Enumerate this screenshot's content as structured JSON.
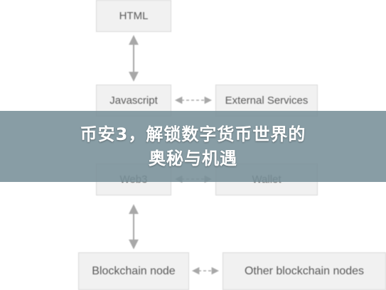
{
  "diagram": {
    "nodes": {
      "html": "HTML",
      "javascript": "Javascript",
      "external_services": "External Services",
      "web3": "Web3",
      "wallet": "Wallet",
      "blockchain_node": "Blockchain node",
      "other_blockchain_nodes": "Other blockchain nodes"
    },
    "edge_color": "#a8a8a8"
  },
  "banner": {
    "title_line1": "币安3，解锁数字货币世界的",
    "title_line2": "奥秘与机遇"
  }
}
